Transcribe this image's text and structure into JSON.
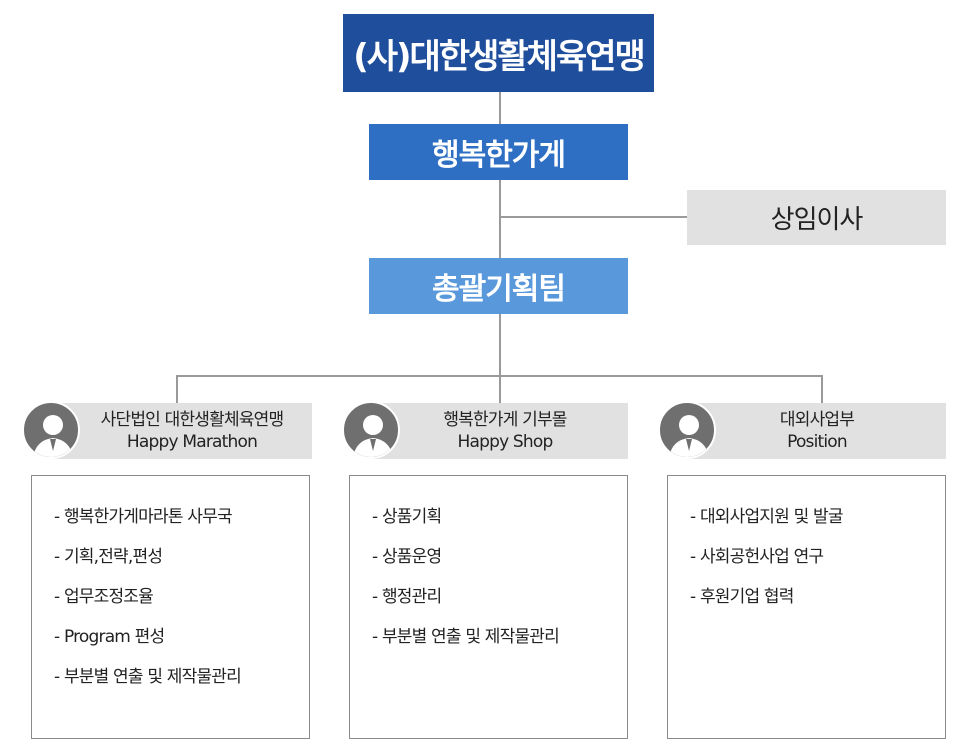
{
  "org": {
    "top": "(사)대한생활체육연맹",
    "level2": "행복한가게",
    "side": "상임이사",
    "level3": "총괄기획팀",
    "departments": [
      {
        "line1": "사단법인 대한생활체육연맹",
        "line2": "Happy Marathon",
        "items": [
          "- 행복한가게마라톤 사무국",
          "- 기획,전략,편성",
          "- 업무조정조율",
          "- Program 편성",
          "- 부분별 연출 및  제작물관리"
        ]
      },
      {
        "line1": "행복한가게 기부몰",
        "line2": "Happy Shop",
        "items": [
          "- 상품기획",
          "- 상품운영",
          "- 행정관리",
          "- 부분별 연출 및  제작물관리"
        ]
      },
      {
        "line1": "대외사업부",
        "line2": "Position",
        "items": [
          "- 대외사업지원 및 발굴",
          "- 사회공헌사업 연구",
          "- 후원기업 협력"
        ]
      }
    ]
  }
}
